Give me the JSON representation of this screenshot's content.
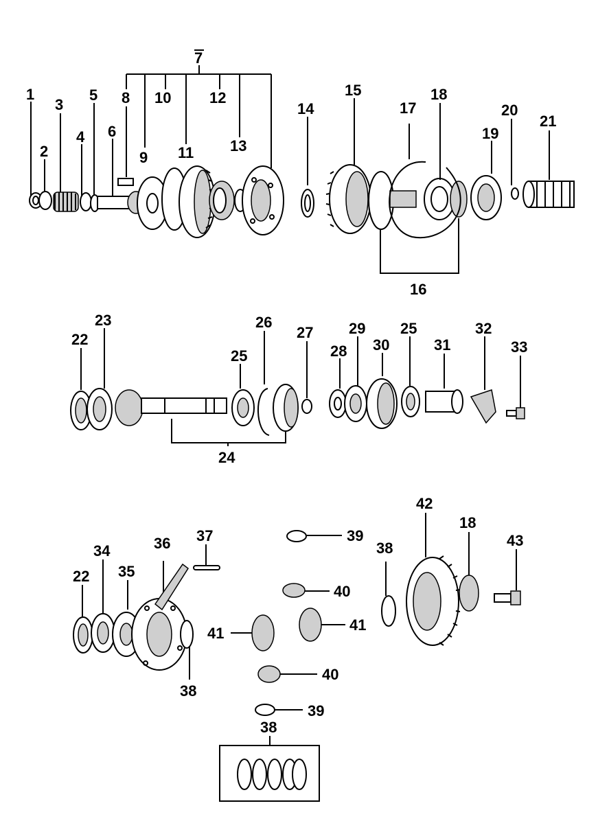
{
  "labels": {
    "l1": "1",
    "l2": "2",
    "l3": "3",
    "l4": "4",
    "l5": "5",
    "l6": "6",
    "l7": "7",
    "l8": "8",
    "l9": "9",
    "l10": "10",
    "l11": "11",
    "l12": "12",
    "l13": "13",
    "l14": "14",
    "l15": "15",
    "l16": "16",
    "l17": "17",
    "l18a": "18",
    "l19": "19",
    "l20": "20",
    "l21": "21",
    "l22a": "22",
    "l23": "23",
    "l24": "24",
    "l25a": "25",
    "l26": "26",
    "l27": "27",
    "l28": "28",
    "l29": "29",
    "l30": "30",
    "l25b": "25",
    "l31": "31",
    "l32": "32",
    "l33": "33",
    "l22b": "22",
    "l34": "34",
    "l35": "35",
    "l36": "36",
    "l37": "37",
    "l38a": "38",
    "l39a": "39",
    "l40a": "40",
    "l41a": "41",
    "l41b": "41",
    "l40b": "40",
    "l39b": "39",
    "l38b": "38",
    "l42": "42",
    "l18b": "18",
    "l43": "43",
    "l38c": "38"
  },
  "colors": {
    "ink": "#000000",
    "paper": "#ffffff",
    "shade": "#cfcfcf"
  }
}
